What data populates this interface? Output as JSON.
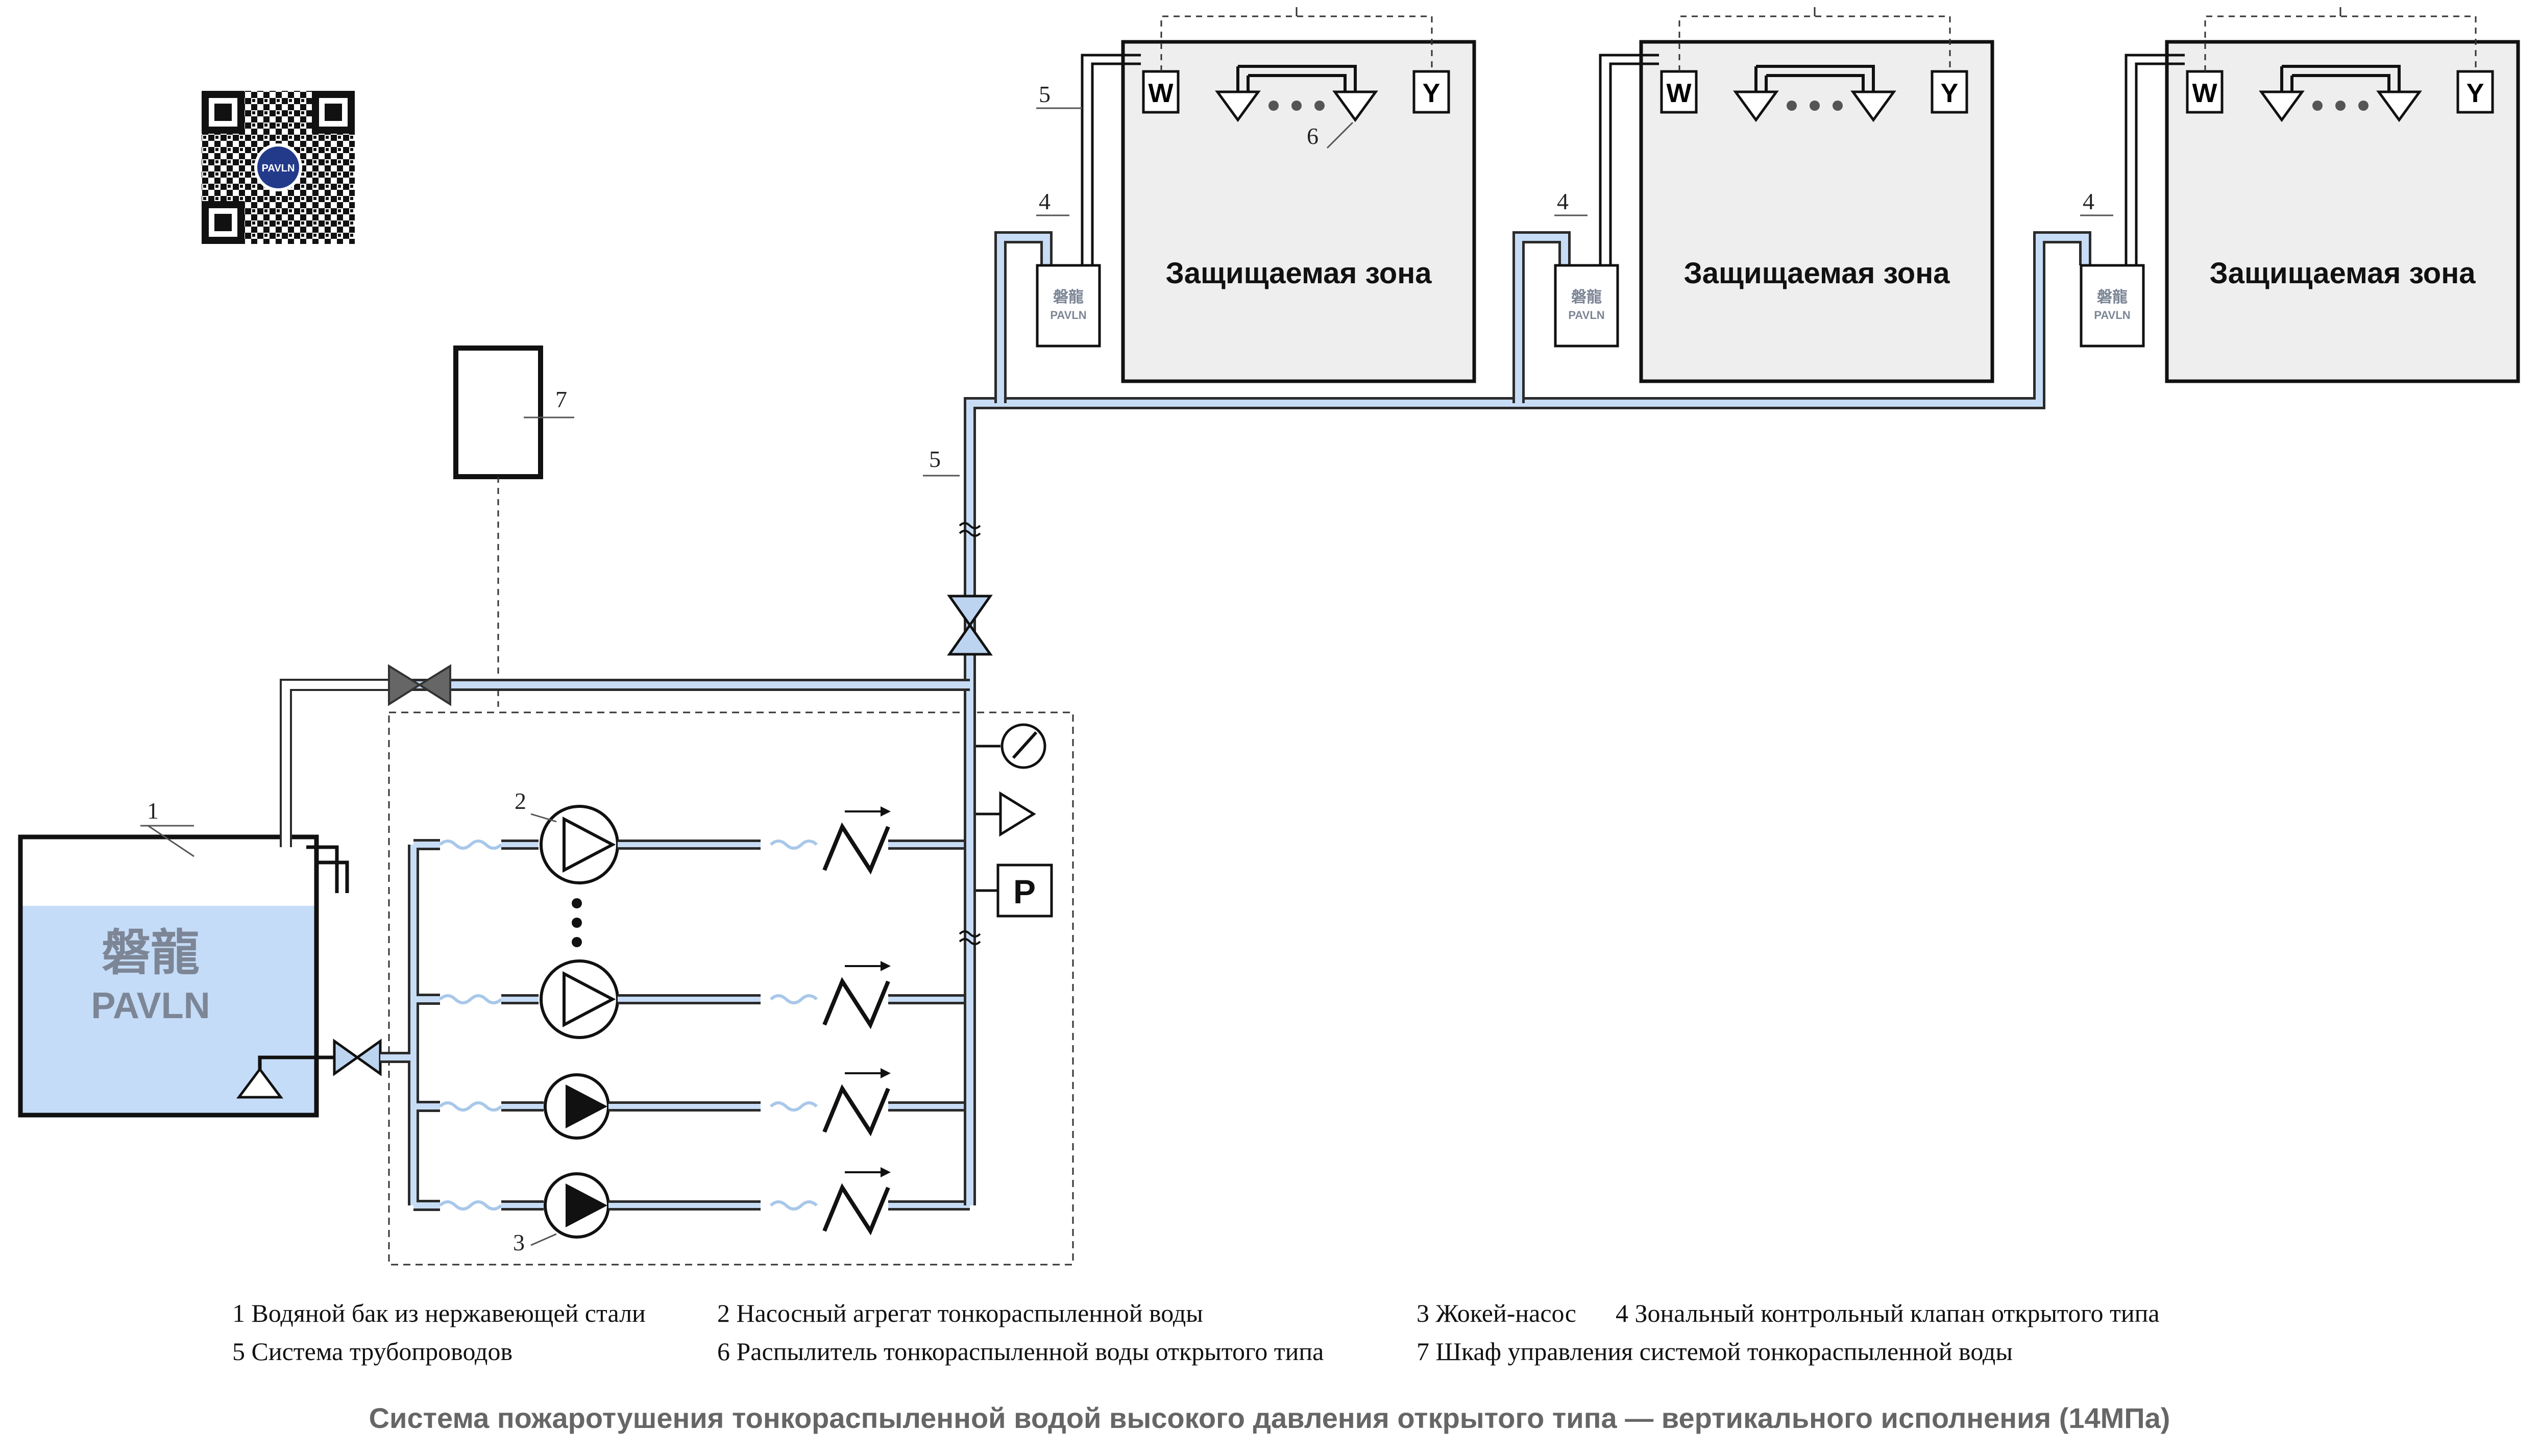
{
  "brand": {
    "logo_hanzi": "磐龍",
    "logo_latin": "PAVLN",
    "qr_label": "PAVLN"
  },
  "zones": [
    {
      "title": "Защищаемая зона",
      "left_badge": "W",
      "right_badge": "Y",
      "valve_hanzi": "磐龍",
      "valve_latin": "PAVLN"
    },
    {
      "title": "Защищаемая зона",
      "left_badge": "W",
      "right_badge": "Y",
      "valve_hanzi": "磐龍",
      "valve_latin": "PAVLN"
    },
    {
      "title": "Защищаемая зона",
      "left_badge": "W",
      "right_badge": "Y",
      "valve_hanzi": "磐龍",
      "valve_latin": "PAVLN"
    }
  ],
  "callouts": {
    "tank": "1",
    "main_pump": "2",
    "jockey_pump": "3",
    "zone_valve": "4",
    "piping": "5",
    "nozzle": "6",
    "control_cabinet": "7"
  },
  "pressure_switch_label": "P",
  "legend": [
    "1 Водяной бак из нержавеющей стали",
    "2 Насосный агрегат тонкораспыленной воды",
    "3 Жокей-насос",
    "4 Зональный контрольный клапан открытого типа",
    "5 Система трубопроводов",
    "6 Распылитель тонкораспыленной воды открытого типа",
    "7 Шкаф управления системой тонкораспыленной воды"
  ],
  "caption": "Система пожаротушения тонкораспыленной водой высокого давления открытого типа — вертикального исполнения (14МПа)",
  "colors": {
    "line": "#1a1a1a",
    "pipe_fill": "#c7dcf5",
    "pipe_edge": "#2b2b2b",
    "water": "#c4dcf7",
    "zone_fill": "#eeeeee",
    "caption": "#666666",
    "valve_fill": "#bcd4ef",
    "hose": "#a8c8ea"
  }
}
